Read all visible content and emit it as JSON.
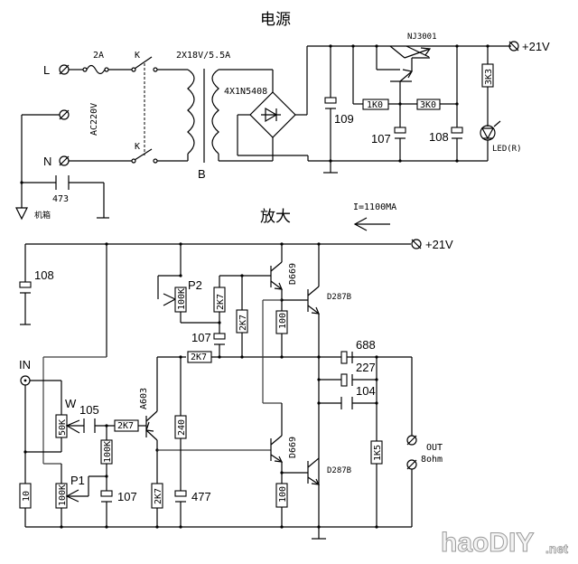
{
  "titles": {
    "power_supply": "电源",
    "amplifier": "放大"
  },
  "power_supply": {
    "terminal_L": "L",
    "terminal_N": "N",
    "mains_label": "AC220V",
    "fuse_rating": "2A",
    "switch_K1": "K",
    "switch_K2": "K",
    "transformer_rating": "2X18V/5.5A",
    "transformer_label": "B",
    "rectifier_label": "4X1N5408",
    "filter_cap": "109",
    "chassis_cap": "473",
    "chassis_label": "机箱",
    "regulator_transistor": "NJ3001",
    "resistor_1": "1K0",
    "resistor_2": "3K0",
    "cap_107": "107",
    "cap_108": "108",
    "led_resistor": "3K3",
    "led_label": "LED(R)",
    "output_voltage": "+21V"
  },
  "amplifier": {
    "current_note": "I=1100MA",
    "supply_voltage": "+21V",
    "decoupling_cap": "108",
    "input_label": "IN",
    "volume_pot_label": "W",
    "volume_pot_value": "50K",
    "input_cap": "105",
    "base_resistor": "2K7",
    "bias_resistor": "100K",
    "driver_transistor": "A603",
    "p1_label": "P1",
    "p1_value": "100K",
    "p1_cap": "107",
    "resistor_10": "10",
    "emitter_resistor": "2K7",
    "resistor_240": "240",
    "cap_477": "477",
    "p2_label": "P2",
    "p2_value": "100K",
    "p2_resistor": "2K7",
    "p2_cap": "107",
    "feedback_resistor": "2K7",
    "vertical_resistor": "2K7",
    "upper_driver": "D669",
    "upper_power": "D287B",
    "upper_emitter_resistor": "100",
    "lower_driver": "D669",
    "lower_power": "D287B",
    "lower_emitter_resistor": "100",
    "output_cap_1": "688",
    "output_cap_2": "227",
    "output_cap_3": "104",
    "output_resistor": "1K5",
    "output_label": "OUT",
    "load_label": "8ohm"
  },
  "watermark": {
    "brand": "haoDIY",
    "suffix": ".net"
  }
}
